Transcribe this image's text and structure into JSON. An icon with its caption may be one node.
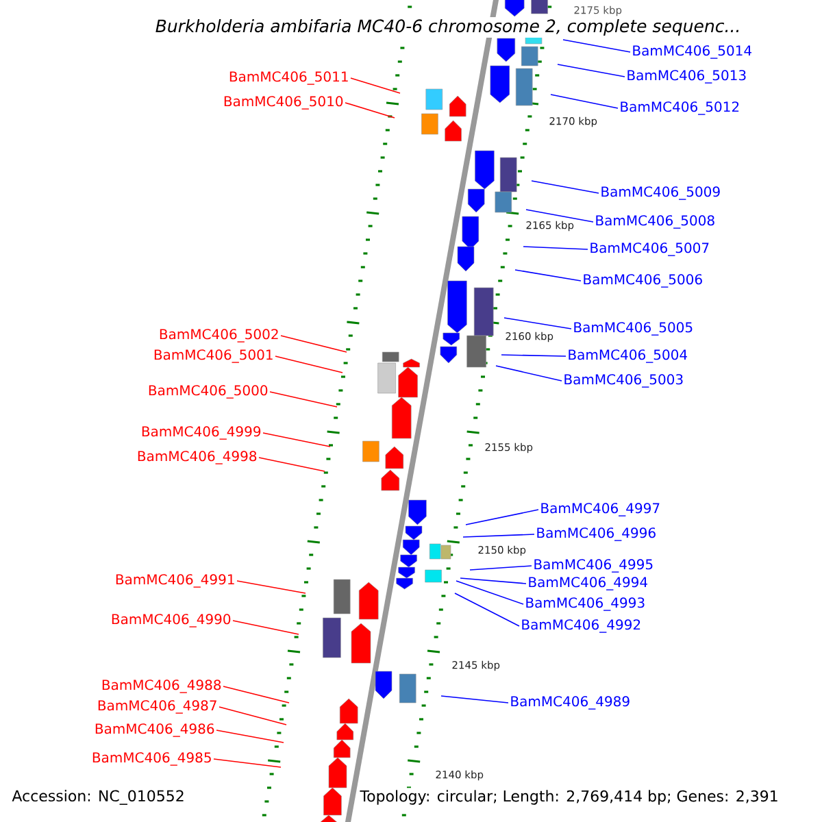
{
  "diagram": {
    "title": "Burkholderia ambifaria MC40-6 chromosome 2, complete sequenc...",
    "nodes": [
      {
        "text": [
          "BamMC406_5011"
        ]
      },
      {
        "text": [
          "BamMC406_5010"
        ]
      },
      {
        "text": [
          "BamMC406_5002"
        ]
      },
      {
        "text": [
          "BamMC406_5001"
        ]
      },
      {
        "text": [
          "BamMC406_5000"
        ]
      },
      {
        "text": [
          "BamMC406_4999"
        ]
      },
      {
        "text": [
          "BamMC406_4998"
        ]
      },
      {
        "text": [
          "BamMC406_4991"
        ]
      },
      {
        "text": [
          "BamMC406_4990"
        ]
      },
      {
        "text": [
          "BamMC406_4988"
        ]
      },
      {
        "text": [
          "BamMC406_4987"
        ]
      },
      {
        "text": [
          "BamMC406_4986"
        ]
      },
      {
        "text": [
          "BamMC406_4985"
        ]
      },
      {
        "text": [
          "BamMC406_5014"
        ]
      },
      {
        "text": [
          "BamMC406_5013"
        ]
      },
      {
        "text": [
          "BamMC406_5012"
        ]
      },
      {
        "text": [
          "BamMC406_5009"
        ]
      },
      {
        "text": [
          "BamMC406_5008"
        ]
      },
      {
        "text": [
          "BamMC406_5007"
        ]
      },
      {
        "text": [
          "BamMC406_5006"
        ]
      },
      {
        "text": [
          "BamMC406_5005"
        ]
      },
      {
        "text": [
          "BamMC406_5004"
        ]
      },
      {
        "text": [
          "BamMC406_5003"
        ]
      },
      {
        "text": [
          "BamMC406_4997"
        ]
      },
      {
        "text": [
          "BamMC406_4996"
        ]
      },
      {
        "text": [
          "BamMC406_4995"
        ]
      },
      {
        "text": [
          "BamMC406_4994"
        ]
      },
      {
        "text": [
          "BamMC406_4993"
        ]
      },
      {
        "text": [
          "BamMC406_4992"
        ]
      },
      {
        "text": [
          "BamMC406_4989"
        ]
      }
    ],
    "edges": [
      {
        "from": 0,
        "to": null,
        "arrow": "none",
        "color": "#ff0000"
      },
      {
        "from": 1,
        "to": null,
        "arrow": "none",
        "color": "#ff0000"
      },
      {
        "from": 2,
        "to": null,
        "arrow": "none",
        "color": "#ff0000"
      },
      {
        "from": 3,
        "to": null,
        "arrow": "none",
        "color": "#ff0000"
      },
      {
        "from": 4,
        "to": null,
        "arrow": "none",
        "color": "#ff0000"
      },
      {
        "from": 5,
        "to": null,
        "arrow": "none",
        "color": "#ff0000"
      },
      {
        "from": 6,
        "to": null,
        "arrow": "none",
        "color": "#ff0000"
      },
      {
        "from": 7,
        "to": null,
        "arrow": "none",
        "color": "#ff0000"
      },
      {
        "from": 8,
        "to": null,
        "arrow": "none",
        "color": "#ff0000"
      },
      {
        "from": 9,
        "to": null,
        "arrow": "none",
        "color": "#ff0000"
      },
      {
        "from": 10,
        "to": null,
        "arrow": "none",
        "color": "#ff0000"
      },
      {
        "from": 11,
        "to": null,
        "arrow": "none",
        "color": "#ff0000"
      },
      {
        "from": 12,
        "to": null,
        "arrow": "none",
        "color": "#ff0000"
      },
      {
        "from": 13,
        "to": null,
        "arrow": "none"
      },
      {
        "from": 14,
        "to": null,
        "arrow": "none"
      },
      {
        "from": 15,
        "to": null,
        "arrow": "none"
      },
      {
        "from": 16,
        "to": null,
        "arrow": "none"
      },
      {
        "from": 17,
        "to": null,
        "arrow": "none"
      },
      {
        "from": 18,
        "to": null,
        "arrow": "none"
      },
      {
        "from": 19,
        "to": null,
        "arrow": "none"
      },
      {
        "from": 20,
        "to": null,
        "arrow": "none"
      },
      {
        "from": 21,
        "to": null,
        "arrow": "none"
      },
      {
        "from": 22,
        "to": null,
        "arrow": "none"
      },
      {
        "from": 23,
        "to": null,
        "arrow": "none"
      },
      {
        "from": 24,
        "to": null,
        "arrow": "none"
      },
      {
        "from": 25,
        "to": null,
        "arrow": "none"
      },
      {
        "from": 26,
        "to": null,
        "arrow": "none"
      },
      {
        "from": 27,
        "to": null,
        "arrow": "none"
      },
      {
        "from": 28,
        "to": null,
        "arrow": "none"
      },
      {
        "from": 29,
        "to": null,
        "arrow": "none"
      }
    ],
    "labels": [
      "2175 kbp",
      "2170 kbp",
      "2165 kbp",
      "2160 kbp",
      "2155 kbp",
      "2150 kbp",
      "2145 kbp",
      "2140 kbp",
      "Accession: NC_010552",
      "Topology: circular; Length: 2,769,414 bp; Genes: 2,391"
    ]
  }
}
